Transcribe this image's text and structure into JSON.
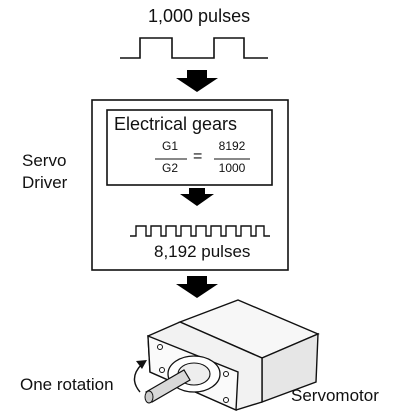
{
  "input_pulses_label": "1,000 pulses",
  "driver_label": [
    "Servo",
    "Driver"
  ],
  "electrical_gears": {
    "title": "Electrical gears",
    "numerator_left": "G1",
    "denominator_left": "G2",
    "equals": "=",
    "numerator_right": "8192",
    "denominator_right": "1000"
  },
  "output_pulses_label": "8,192 pulses",
  "rotation_label": "One rotation",
  "motor_label": "Servomotor",
  "colors": {
    "ink": "#111111",
    "arrow": "#000000",
    "motor_fill": "#f2f2f2"
  }
}
